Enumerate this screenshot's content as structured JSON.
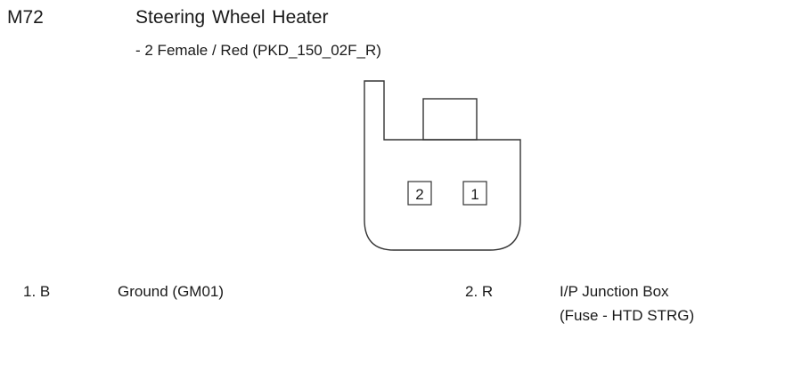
{
  "connector": {
    "code": "M72",
    "name": "Steering  Wheel Heater",
    "spec": "- 2 Female / Red (PKD_150_02F_R)",
    "terminal_labels": [
      "2",
      "1"
    ]
  },
  "pins": [
    {
      "number": "1. B",
      "description_line1": "Ground (GM01)",
      "description_line2": ""
    },
    {
      "number": "2. R",
      "description_line1": "I/P Junction Box",
      "description_line2": "(Fuse - HTD STRG)"
    }
  ]
}
